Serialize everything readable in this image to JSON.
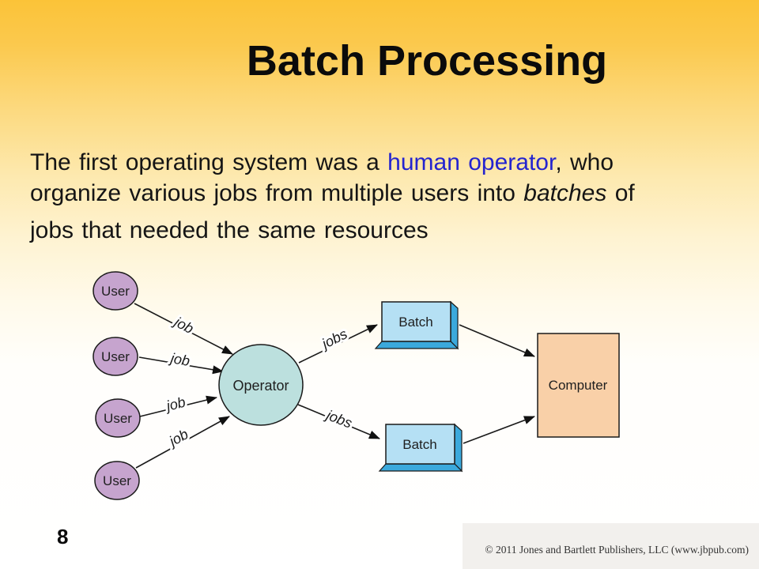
{
  "slide": {
    "title": "Batch Processing",
    "page_number": "8",
    "copyright": "© 2011 Jones and Bartlett Publishers, LLC (www.jbpub.com)"
  },
  "paragraph": {
    "l1a": "The first operating system was a ",
    "l1b": "human operator",
    "l1c": ", who",
    "l2a": "organize various jobs from multiple users into ",
    "l2b": "batches",
    "l2c": " of",
    "l3": "jobs that needed the same resources"
  },
  "diagram": {
    "nodes": {
      "user1": "User",
      "user2": "User",
      "user3": "User",
      "user4": "User",
      "operator": "Operator",
      "batch_top": "Batch",
      "batch_bottom": "Batch",
      "computer": "Computer"
    },
    "edge_labels": {
      "job1": "job",
      "job2": "job",
      "job3": "job",
      "job4": "job",
      "jobs_top": "jobs",
      "jobs_bottom": "jobs"
    },
    "colors": {
      "user_fill": "#C6A4CE",
      "operator_fill": "#BCE0DE",
      "batch_face": "#B5E0F4",
      "batch_side": "#3BA9DC",
      "computer_fill": "#F9D0A8",
      "line": "#1A1A1A",
      "accent_blue": "#2424CF"
    }
  }
}
